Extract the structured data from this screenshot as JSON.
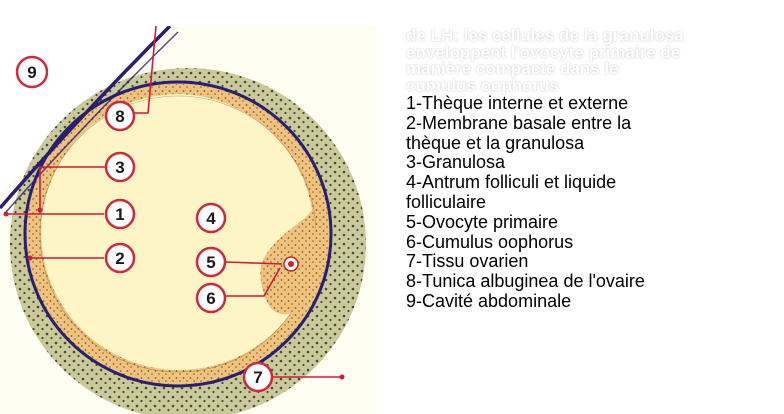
{
  "intro_lines": [
    "de LH: les cellules de la granulosa",
    "enveloppent l'ovocyte primaire  de",
    "manière compacte dans le",
    "cumulus oophorus"
  ],
  "legend": [
    "1-Thèque interne et externe",
    "2-Membrane basale entre la",
    "thèque et la granulosa",
    "3-Granulosa",
    "4-Antrum folliculi et liquide",
    "folliculaire",
    "5-Ovocyte primaire",
    "6-Cumulus oophorus",
    "7-Tissu ovarien",
    "8-Tunica albuginea de l'ovaire",
    "9-Cavité abdominale"
  ],
  "callouts": [
    "1",
    "2",
    "3",
    "4",
    "5",
    "6",
    "7",
    "8",
    "9"
  ],
  "colors": {
    "theca": "#c9c99a",
    "granulosa": "#efc37e",
    "antrum": "#fdf5c6",
    "stroma_background": "#fdfdf2",
    "membrane": "#2b1e70",
    "leader_line": "#d11a3c",
    "callout_ring": "#d0283c"
  }
}
